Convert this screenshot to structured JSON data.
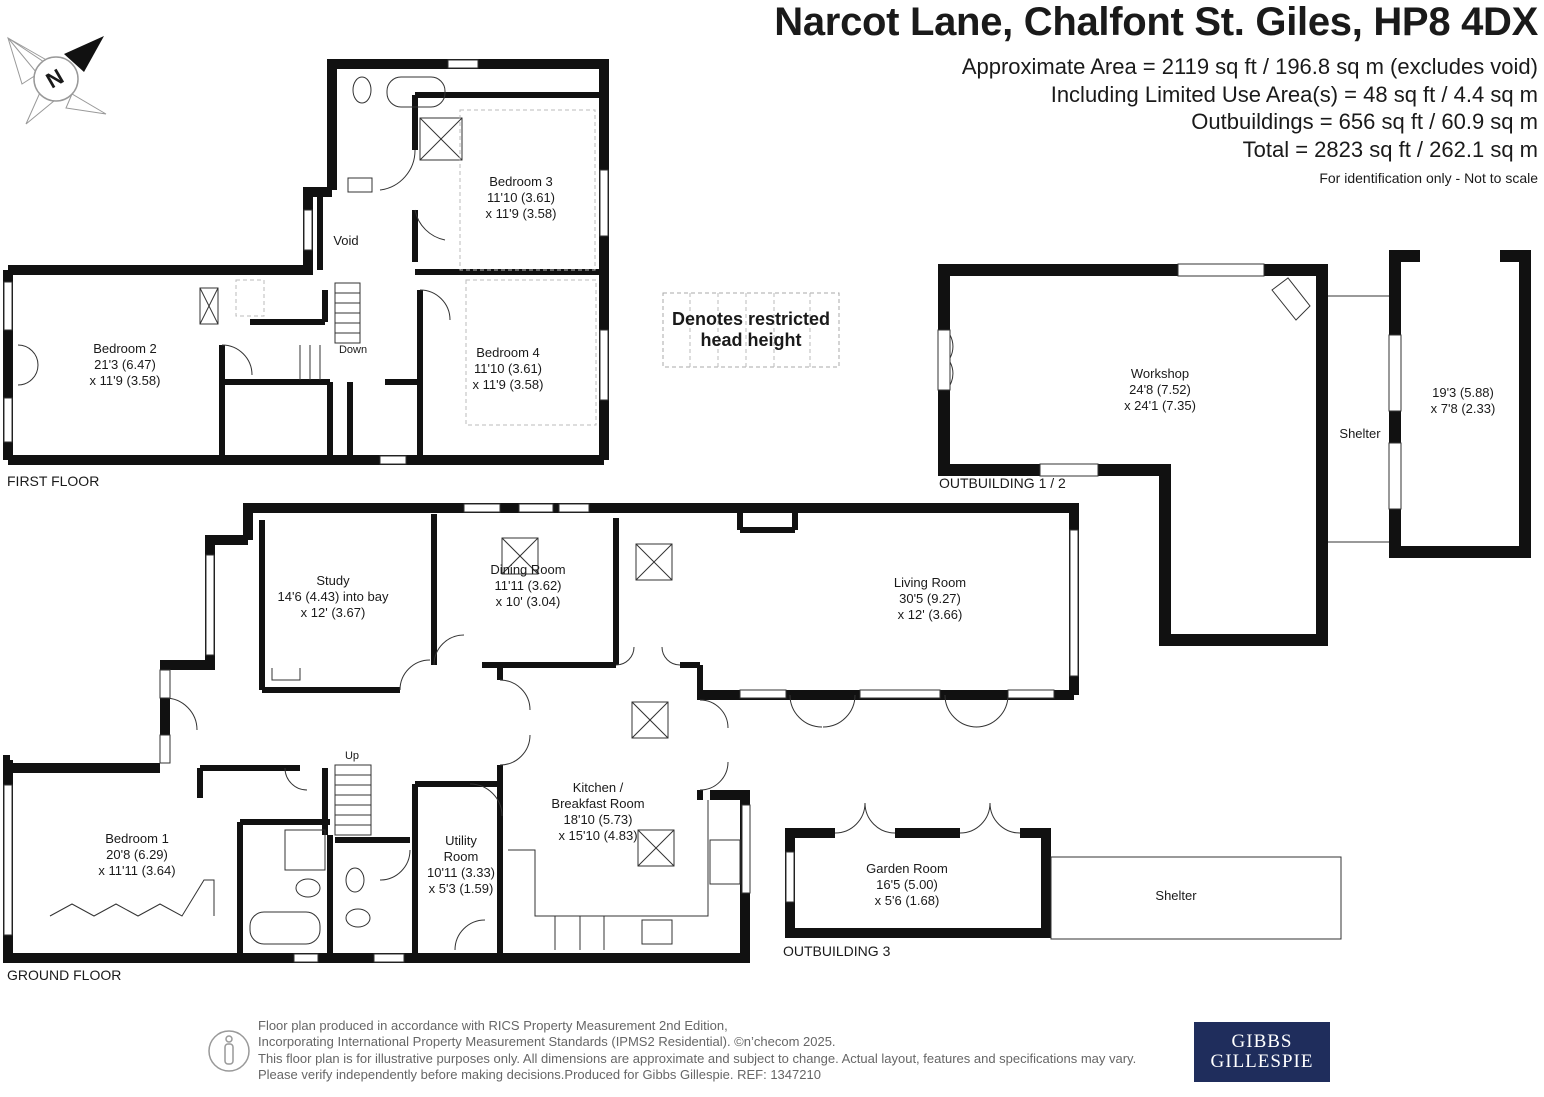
{
  "header": {
    "title": "Narcot Lane, Chalfont St. Giles, HP8 4DX",
    "area_lines": [
      "Approximate Area = 2119 sq ft / 196.8 sq m (excludes void)",
      "Including Limited Use Area(s) = 48 sq ft / 4.4 sq m",
      "Outbuildings = 656 sq ft / 60.9 sq m",
      "Total = 2823 sq ft / 262.1 sq m"
    ],
    "note": "For identification only - Not to scale"
  },
  "compass": {
    "letter": "N",
    "icon": "compass-icon"
  },
  "legend": {
    "text": "Denotes restricted head height"
  },
  "floors": {
    "first": "FIRST FLOOR",
    "ground": "GROUND FLOOR",
    "outbuilding12": "OUTBUILDING 1 / 2",
    "outbuilding3": "OUTBUILDING 3"
  },
  "rooms": {
    "bedroom2": {
      "name": "Bedroom 2",
      "dim1": "21'3 (6.47)",
      "dim2": "x 11'9 (3.58)"
    },
    "bedroom3": {
      "name": "Bedroom 3",
      "dim1": "11'10 (3.61)",
      "dim2": "x 11'9 (3.58)"
    },
    "bedroom4": {
      "name": "Bedroom 4",
      "dim1": "11'10 (3.61)",
      "dim2": "x 11'9 (3.58)"
    },
    "void": {
      "name": "Void"
    },
    "down": {
      "name": "Down"
    },
    "up": {
      "name": "Up"
    },
    "workshop": {
      "name": "Workshop",
      "dim1": "24'8 (7.52)",
      "dim2": "x 24'1 (7.35)"
    },
    "outbuilding2": {
      "dim1": "19'3 (5.88)",
      "dim2": "x 7'8 (2.33)"
    },
    "shelter1": {
      "name": "Shelter"
    },
    "shelter2": {
      "name": "Shelter"
    },
    "study": {
      "name": "Study",
      "dim1": "14'6 (4.43) into bay",
      "dim2": "x 12' (3.67)"
    },
    "dining": {
      "name": "Dining Room",
      "dim1": "11'11 (3.62)",
      "dim2": "x 10' (3.04)"
    },
    "living": {
      "name": "Living Room",
      "dim1": "30'5 (9.27)",
      "dim2": "x 12' (3.66)"
    },
    "kitchen": {
      "name1": "Kitchen /",
      "name2": "Breakfast Room",
      "dim1": "18'10 (5.73)",
      "dim2": "x 15'10 (4.83)"
    },
    "bedroom1": {
      "name": "Bedroom 1",
      "dim1": "20'8 (6.29)",
      "dim2": "x 11'11 (3.64)"
    },
    "utility": {
      "name1": "Utility",
      "name2": "Room",
      "dim1": "10'11 (3.33)",
      "dim2": "x 5'3 (1.59)"
    },
    "garden": {
      "name": "Garden Room",
      "dim1": "16'5 (5.00)",
      "dim2": "x 5'6 (1.68)"
    }
  },
  "footer": {
    "lines": [
      "Floor plan produced in accordance with RICS Property Measurement 2nd Edition,",
      "Incorporating International Property Measurement Standards (IPMS2 Residential).   ©n’checom 2025.",
      "This floor plan is for illustrative purposes only. All dimensions are approximate and subject to change. Actual layout, features and specifications may vary.",
      "Please verify independently before making decisions.Produced for Gibbs Gillespie.   REF:   1347210"
    ]
  },
  "logo": {
    "line1": "GIBBS",
    "line2": "GILLESPIE"
  }
}
